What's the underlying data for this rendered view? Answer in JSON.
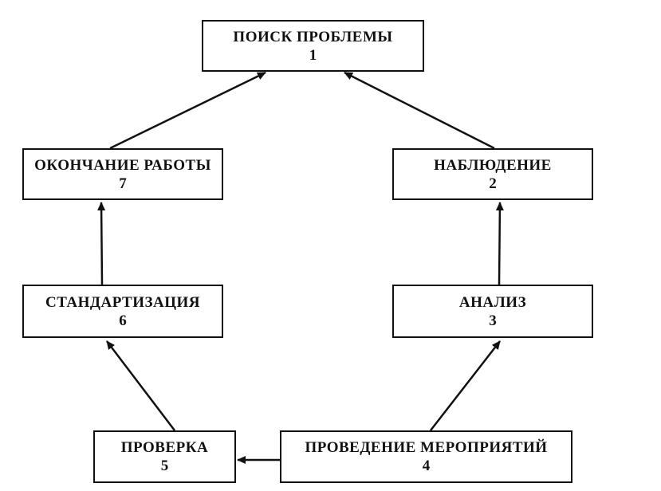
{
  "diagram": {
    "nodes": [
      {
        "id": "b1",
        "label": "ПОИСК ПРОБЛЕМЫ",
        "number": "1"
      },
      {
        "id": "b2",
        "label": "НАБЛЮДЕНИЕ",
        "number": "2"
      },
      {
        "id": "b3",
        "label": "АНАЛИЗ",
        "number": "3"
      },
      {
        "id": "b4",
        "label": "ПРОВЕДЕНИЕ МЕРОПРИЯТИЙ",
        "number": "4"
      },
      {
        "id": "b5",
        "label": "ПРОВЕРКА",
        "number": "5"
      },
      {
        "id": "b6",
        "label": "СТАНДАРТИЗАЦИЯ",
        "number": "6"
      },
      {
        "id": "b7",
        "label": "ОКОНЧАНИЕ РАБОТЫ",
        "number": "7"
      }
    ],
    "edges": [
      {
        "from": "b2",
        "to": "b1"
      },
      {
        "from": "b3",
        "to": "b2"
      },
      {
        "from": "b4",
        "to": "b3"
      },
      {
        "from": "b4",
        "to": "b5"
      },
      {
        "from": "b5",
        "to": "b6"
      },
      {
        "from": "b6",
        "to": "b7"
      },
      {
        "from": "b7",
        "to": "b1"
      }
    ]
  }
}
